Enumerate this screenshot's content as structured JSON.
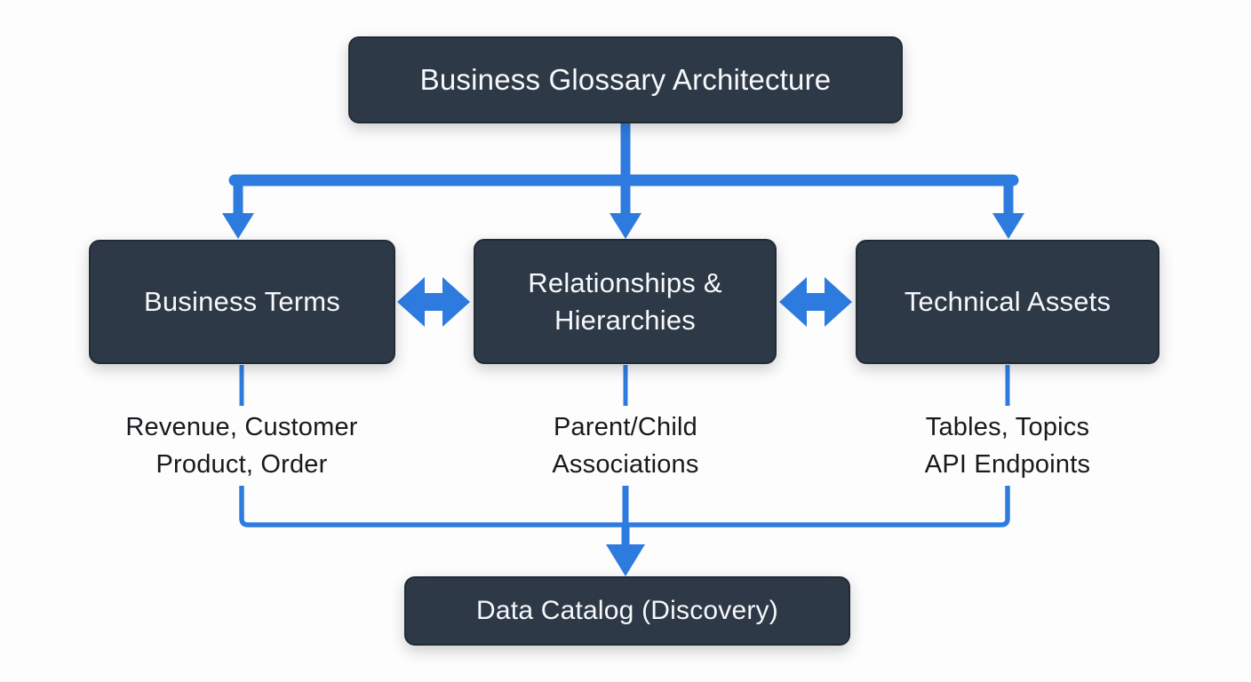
{
  "colors": {
    "bg": "#fdfdfd",
    "box": "#2e3947",
    "box-border": "#222b35",
    "box-text": "#f6f8fa",
    "arrow": "#2e7be0",
    "detail-text": "#17191d"
  },
  "nodes": {
    "root": {
      "label": "Business Glossary Architecture"
    },
    "business_terms": {
      "label": "Business Terms",
      "detail_line1": "Revenue, Customer",
      "detail_line2": "Product, Order"
    },
    "relationships": {
      "label": "Relationships & Hierarchies",
      "detail_line1": "Parent/Child",
      "detail_line2": "Associations"
    },
    "technical_assets": {
      "label": "Technical Assets",
      "detail_line1": "Tables, Topics",
      "detail_line2": "API Endpoints"
    },
    "data_catalog": {
      "label": "Data Catalog (Discovery)"
    }
  },
  "edges": [
    {
      "from": "Business Glossary Architecture",
      "to": "Business Terms",
      "type": "down-arrow"
    },
    {
      "from": "Business Glossary Architecture",
      "to": "Relationships & Hierarchies",
      "type": "down-arrow"
    },
    {
      "from": "Business Glossary Architecture",
      "to": "Technical Assets",
      "type": "down-arrow"
    },
    {
      "from": "Business Terms",
      "to": "Relationships & Hierarchies",
      "type": "bidirectional"
    },
    {
      "from": "Relationships & Hierarchies",
      "to": "Technical Assets",
      "type": "bidirectional"
    },
    {
      "from": "Business Terms",
      "to": "Data Catalog (Discovery)",
      "type": "down-arrow"
    },
    {
      "from": "Relationships & Hierarchies",
      "to": "Data Catalog (Discovery)",
      "type": "down-arrow"
    },
    {
      "from": "Technical Assets",
      "to": "Data Catalog (Discovery)",
      "type": "down-arrow"
    }
  ]
}
